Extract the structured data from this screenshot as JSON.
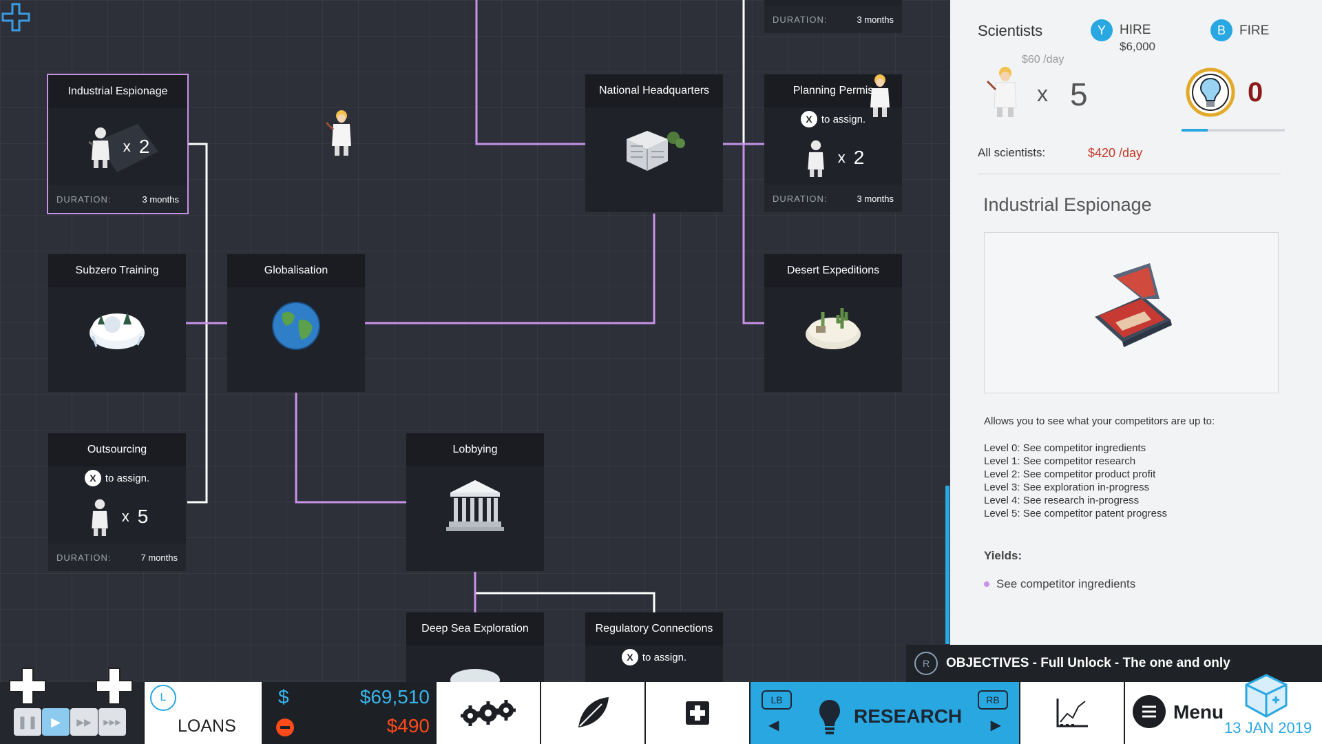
{
  "nodes": {
    "industrial_espionage": {
      "title": "Industrial Espionage",
      "multiplier": "x",
      "count": "2",
      "duration_label": "DURATION:",
      "duration": "3 months"
    },
    "national_headquarters": {
      "title": "National Headquarters"
    },
    "planning_permission": {
      "title": "Planning Permis",
      "assign_hint": "to assign.",
      "multiplier": "x",
      "count": "2",
      "duration_label": "DURATION:",
      "duration": "3 months"
    },
    "top_partial": {
      "duration_label": "DURATION:",
      "duration": "3 months"
    },
    "subzero_training": {
      "title": "Subzero Training"
    },
    "globalisation": {
      "title": "Globalisation"
    },
    "desert_expeditions": {
      "title": "Desert Expeditions"
    },
    "outsourcing": {
      "title": "Outsourcing",
      "assign_hint": "to assign.",
      "multiplier": "x",
      "count": "5",
      "duration_label": "DURATION:",
      "duration": "7 months"
    },
    "lobbying": {
      "title": "Lobbying"
    },
    "deep_sea_exploration": {
      "title": "Deep Sea Exploration"
    },
    "regulatory_connections": {
      "title": "Regulatory Connections",
      "assign_hint": "to assign."
    }
  },
  "buttons": {
    "x_glyph": "X"
  },
  "panel": {
    "scientists_title": "Scientists",
    "hire_key": "Y",
    "hire_label": "HIRE",
    "hire_cost": "$6,000",
    "fire_key": "B",
    "fire_label": "FIRE",
    "wage": "$60 /day",
    "multiplier": "x",
    "scientist_count": "5",
    "idea_count": "0",
    "idea_progress": 0.25,
    "all_scientists_label": "All scientists:",
    "all_scientists_cost": "$420 /day",
    "detail_title": "Industrial Espionage",
    "description": "Allows you to see what your competitors are up to:",
    "levels": [
      "Level 0: See competitor ingredients",
      "Level 1: See competitor research",
      "Level 2: See competitor product profit",
      "Level 3: See exploration in-progress",
      "Level 4: See research in-progress",
      "Level 5: See competitor patent progress"
    ],
    "yields_label": "Yields:",
    "yields": [
      "See competitor ingredients"
    ]
  },
  "objectives": {
    "key": "R",
    "text": "OBJECTIVES - Full Unlock - The one and only"
  },
  "bottom_bar": {
    "loans_key": "L",
    "loans_label": "LOANS",
    "currency_symbol": "$",
    "money": "$69,510",
    "expense": "$490",
    "lb": "LB",
    "rb": "RB",
    "research_label": "RESEARCH",
    "menu_label": "Menu",
    "date": "13 JAN 2019"
  },
  "colors": {
    "link": "#c892ea",
    "accent_blue": "#29a7e1",
    "money_blue": "#3ab5ec",
    "expense_red": "#ff4a1a",
    "cost_red": "#c0392b",
    "idea_red": "#8b1a1a"
  }
}
